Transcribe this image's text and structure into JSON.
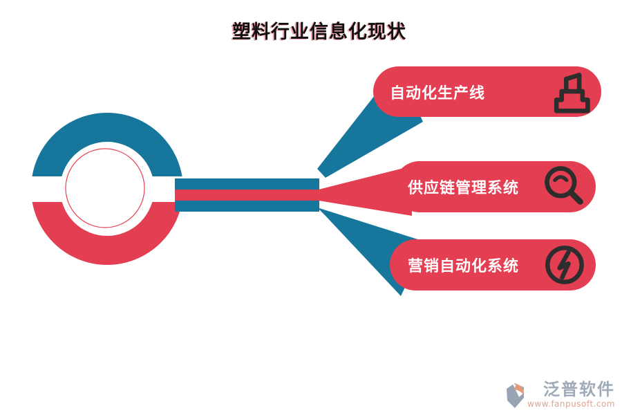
{
  "title": "塑料行业信息化现状",
  "diagram": {
    "hub": "donut-hub",
    "nodes": [
      {
        "label": "自动化生产线",
        "icon": "factory-press-icon"
      },
      {
        "label": "供应链管理系统",
        "icon": "magnifier-icon"
      },
      {
        "label": "营销自动化系统",
        "icon": "lightning-bolt-icon"
      }
    ],
    "colors": {
      "blue": "#16769c",
      "red": "#e43e53",
      "icon_dark": "#2d2d2d",
      "pill_text": "#ffffff"
    }
  },
  "footer": {
    "brand": "泛普软件",
    "url": "www.fanpusoft.com"
  }
}
